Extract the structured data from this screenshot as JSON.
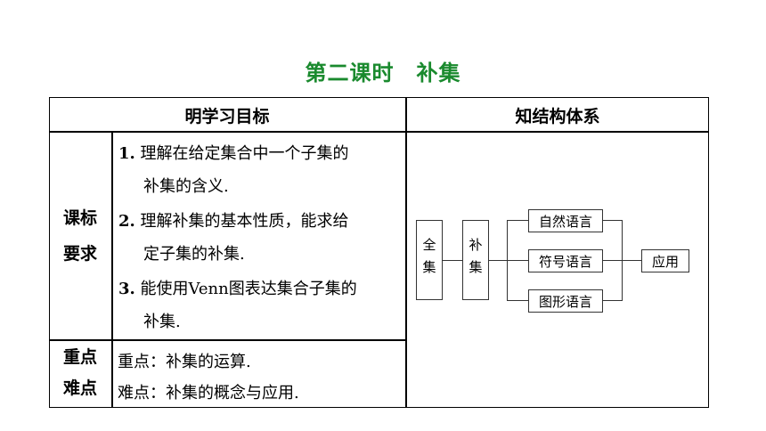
{
  "title": "第二课时　补集",
  "table": {
    "header_left": "明学习目标",
    "header_right": "知结构体系",
    "row1_label_line1": "课标",
    "row1_label_line2": "要求",
    "requirements": [
      {
        "num": "1.",
        "line1": "理解在给定集合中一个子集的",
        "line2": "补集的含义."
      },
      {
        "num": "2.",
        "line1": "理解补集的基本性质，能求给",
        "line2": "定子集的补集."
      },
      {
        "num": "3.",
        "line1": "能使用Venn图表达集合子集的",
        "line2": "补集."
      }
    ],
    "row2_label_line1": "重点",
    "row2_label_line2": "难点",
    "key_point": "重点：补集的运算.",
    "difficult_point": "难点：补集的概念与应用."
  },
  "diagram": {
    "box1": "全集",
    "box2": "补集",
    "branches": [
      "自然语言",
      "符号语言",
      "图形语言"
    ],
    "result": "应用"
  }
}
